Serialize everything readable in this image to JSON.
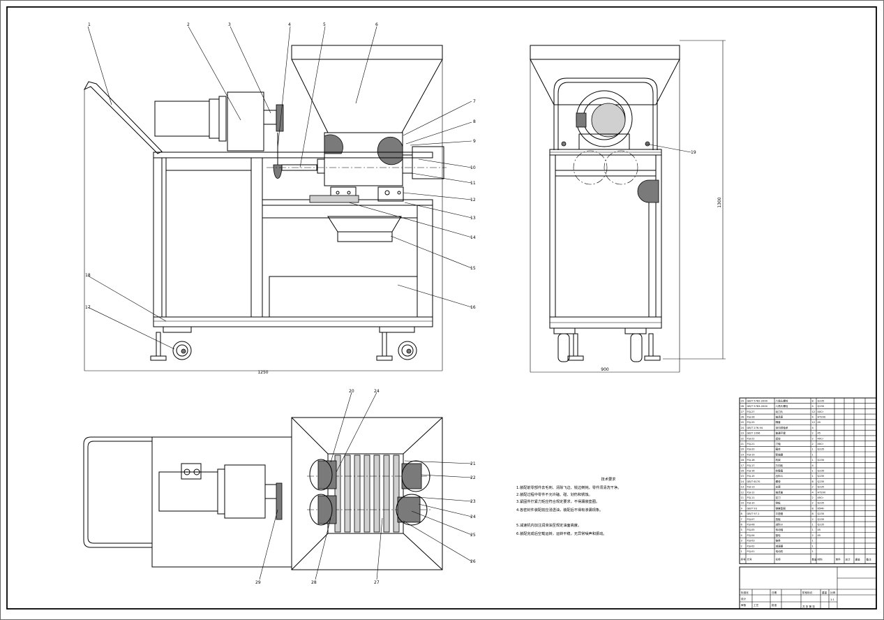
{
  "drawing": {
    "front_view_width": "1250",
    "side_view_width": "900",
    "side_view_height": "1300",
    "balloons": [
      "1",
      "2",
      "3",
      "4",
      "5",
      "6",
      "7",
      "8",
      "9",
      "10",
      "11",
      "12",
      "13",
      "14",
      "15",
      "16",
      "17",
      "18",
      "19",
      "20",
      "21",
      "22",
      "23",
      "24",
      "25",
      "26",
      "27",
      "28",
      "29"
    ],
    "tech_req_title": "技术要求",
    "tech_req": [
      "1.装配前零部件去毛刺、清除飞边、锐边倒钝，零件须清洗干净。",
      "2.装配过程中零件不允许磕、碰、划伤和锈蚀。",
      "3.紧固件拧紧力矩应符合规定要求，不得漏装垫圈。",
      "4.各密封件装配前应浸透油，装配后不得有渗漏现象。",
      "5.减速机内加注润滑油至规定油面高度。",
      "6.装配完成后空载运转，运转平稳，无异常噪声和振动。"
    ],
    "bom": [
      {
        "no": "29",
        "code": "GB/T 5782-2000",
        "name": "六角头螺栓",
        "qty": "8",
        "mat": "Q235"
      },
      {
        "no": "28",
        "code": "GB/T 5783-2000",
        "name": "六角头螺栓",
        "qty": "4",
        "mat": "Q235"
      },
      {
        "no": "27",
        "code": "FSJ-27",
        "name": "动刀片",
        "qty": "12",
        "mat": "40Cr"
      },
      {
        "no": "26",
        "code": "FSJ-26",
        "name": "轴承座",
        "qty": "4",
        "mat": "HT200"
      },
      {
        "no": "25",
        "code": "FSJ-25",
        "name": "隔套",
        "qty": "12",
        "mat": "45"
      },
      {
        "no": "24",
        "code": "GB/T 276-94",
        "name": "深沟球轴承",
        "qty": "4",
        "mat": ""
      },
      {
        "no": "23",
        "code": "GB/T 1096",
        "name": "普通平键",
        "qty": "2",
        "mat": "45"
      },
      {
        "no": "22",
        "code": "FSJ-22",
        "name": "齿轮",
        "qty": "2",
        "mat": "40Cr"
      },
      {
        "no": "21",
        "code": "FSJ-21",
        "name": "刀轴",
        "qty": "2",
        "mat": "40Cr"
      },
      {
        "no": "20",
        "code": "FSJ-20",
        "name": "箱体",
        "qty": "1",
        "mat": "Q235"
      },
      {
        "no": "19",
        "code": "FSJ-19",
        "name": "联轴器",
        "qty": "1",
        "mat": ""
      },
      {
        "no": "18",
        "code": "FSJ-18",
        "name": "机架",
        "qty": "1",
        "mat": "Q235"
      },
      {
        "no": "17",
        "code": "FSJ-17",
        "name": "万向轮",
        "qty": "4",
        "mat": ""
      },
      {
        "no": "16",
        "code": "FSJ-16",
        "name": "收集箱",
        "qty": "1",
        "mat": "Q235"
      },
      {
        "no": "15",
        "code": "FSJ-15",
        "name": "出料斗",
        "qty": "1",
        "mat": "Q235"
      },
      {
        "no": "14",
        "code": "GB/T 6170",
        "name": "螺母",
        "qty": "8",
        "mat": "Q235"
      },
      {
        "no": "13",
        "code": "FSJ-13",
        "name": "支座",
        "qty": "2",
        "mat": "Q235"
      },
      {
        "no": "12",
        "code": "FSJ-12",
        "name": "轴承盖",
        "qty": "4",
        "mat": "HT200"
      },
      {
        "no": "11",
        "code": "FSJ-11",
        "name": "定刀",
        "qty": "2",
        "mat": "40Cr"
      },
      {
        "no": "10",
        "code": "FSJ-10",
        "name": "侧板",
        "qty": "2",
        "mat": "Q235"
      },
      {
        "no": "9",
        "code": "GB/T 93",
        "name": "弹簧垫圈",
        "qty": "8",
        "mat": "65Mn"
      },
      {
        "no": "8",
        "code": "GB/T 97.1",
        "name": "平垫圈",
        "qty": "8",
        "mat": "Q235"
      },
      {
        "no": "7",
        "code": "FSJ-07",
        "name": "挡板",
        "qty": "2",
        "mat": "Q235"
      },
      {
        "no": "6",
        "code": "FSJ-06",
        "name": "进料斗",
        "qty": "1",
        "mat": "Q235"
      },
      {
        "no": "5",
        "code": "FSJ-05",
        "name": "传动轴",
        "qty": "1",
        "mat": "45"
      },
      {
        "no": "4",
        "code": "FSJ-04",
        "name": "链轮",
        "qty": "2",
        "mat": "45"
      },
      {
        "no": "3",
        "code": "FSJ-03",
        "name": "链条",
        "qty": "1",
        "mat": ""
      },
      {
        "no": "2",
        "code": "FSJ-02",
        "name": "减速器",
        "qty": "1",
        "mat": ""
      },
      {
        "no": "1",
        "code": "FSJ-01",
        "name": "电动机",
        "qty": "1",
        "mat": ""
      }
    ],
    "bom_header": {
      "no": "序号",
      "code": "代号",
      "name": "名称",
      "qty": "数量",
      "mat": "材料",
      "unit": "单件",
      "total": "总计",
      "weight": "重量",
      "remark": "备注"
    },
    "title_block": {
      "design": "设计",
      "check": "审核",
      "process": "工艺",
      "approve": "批准",
      "standard": "标准化",
      "date": "日期",
      "scale_label": "比例",
      "scale": "1:1",
      "sheet": "共 张 第 张",
      "stage": "阶段标记",
      "weight": "重量"
    }
  }
}
